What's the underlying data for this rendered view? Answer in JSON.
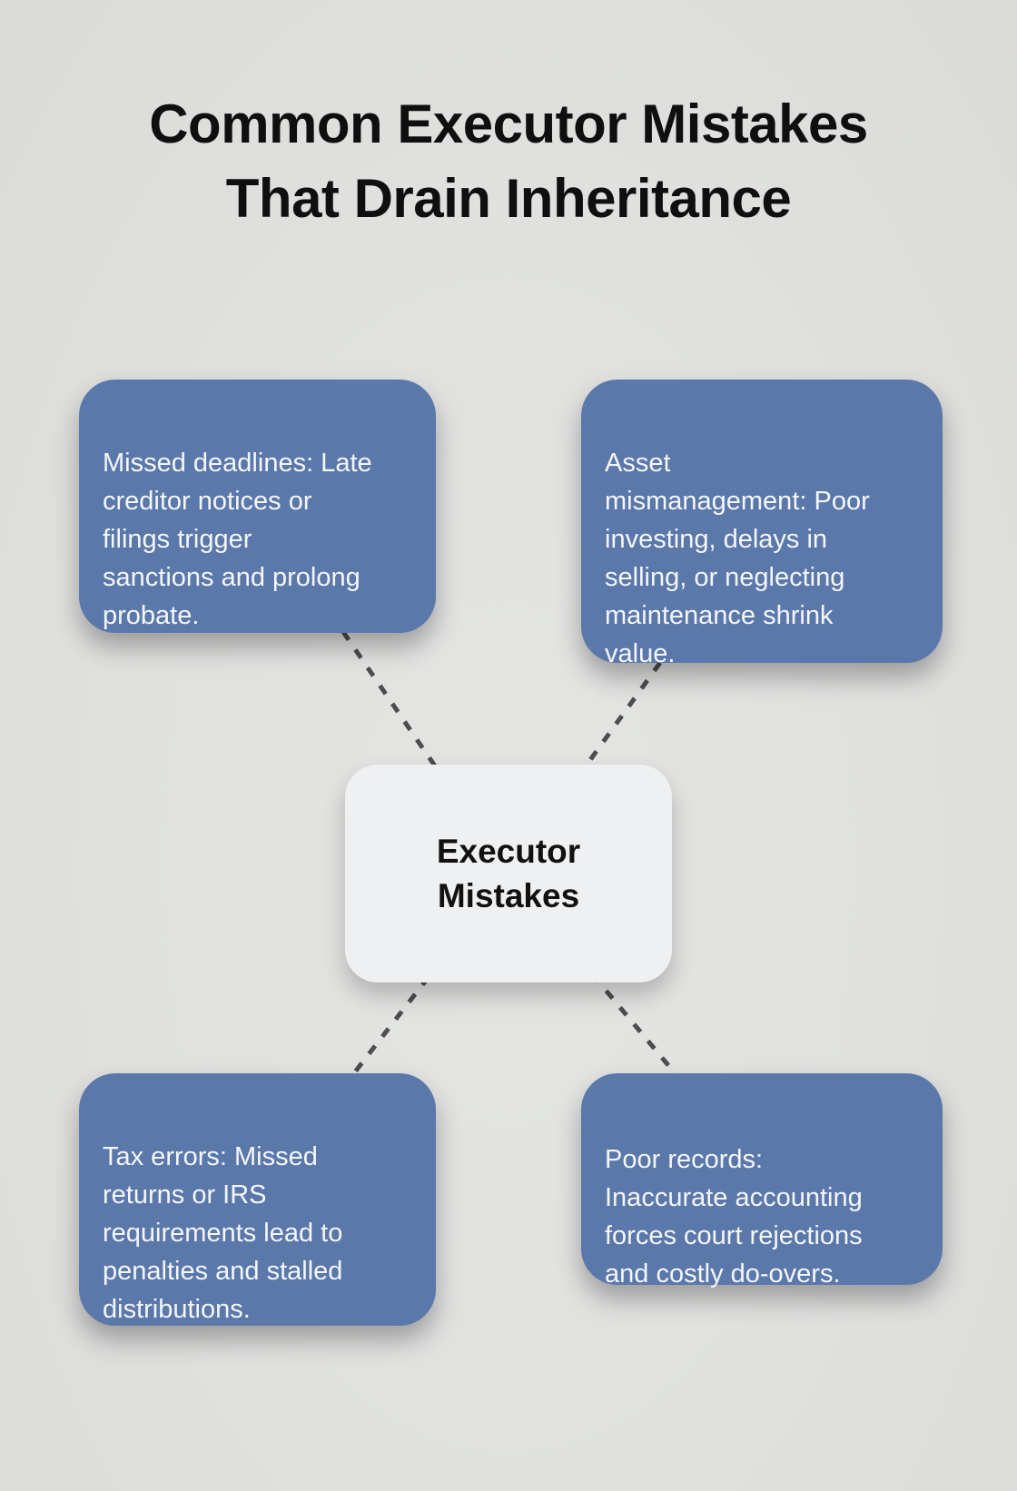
{
  "title": "Common Executor Mistakes\nThat Drain Inheritance",
  "center": {
    "label": "Executor\nMistakes"
  },
  "branches": [
    {
      "id": "missed-deadlines",
      "text": "Missed deadlines: Late\ncreditor notices or\nfilings trigger\nsanctions and prolong\nprobate."
    },
    {
      "id": "asset-mismanagement",
      "text": "Asset\nmismanagement: Poor\ninvesting, delays in\nselling, or neglecting\nmaintenance shrink\nvalue."
    },
    {
      "id": "tax-errors",
      "text": "Tax errors: Missed\nreturns or IRS\nrequirements lead to\npenalties and stalled\ndistributions."
    },
    {
      "id": "poor-records",
      "text": "Poor records:\nInaccurate accounting\nforces court rejections\nand costly do-overs."
    }
  ],
  "colors": {
    "background": "#e0e1df",
    "branch_box": "#5b78ab",
    "branch_text": "#f4f6f8",
    "center_box": "#eff0f1",
    "center_text": "#111111",
    "title_text": "#0f0f0f",
    "connector": "#4d4d4d"
  }
}
